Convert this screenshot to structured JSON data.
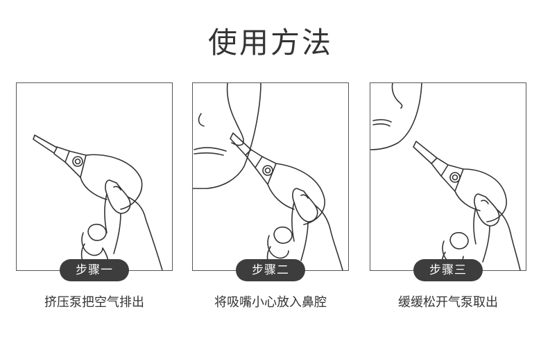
{
  "title": "使用方法",
  "steps": [
    {
      "badge": "步骤一",
      "caption": "挤压泵把空气排出"
    },
    {
      "badge": "步骤二",
      "caption": "将吸嘴小心放入鼻腔"
    },
    {
      "badge": "步骤三",
      "caption": "缓缓松开气泵取出"
    }
  ],
  "colors": {
    "badge_bg": "#3d3d3d",
    "text": "#333333",
    "line": "#333333"
  }
}
